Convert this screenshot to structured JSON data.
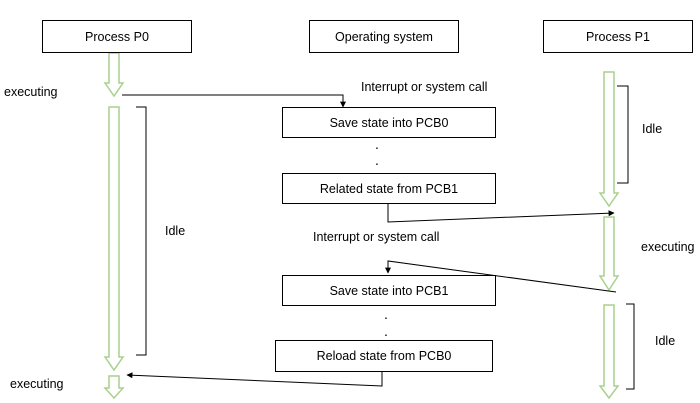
{
  "columns": {
    "p0": "Process P0",
    "os": "Operating system",
    "p1": "Process P1"
  },
  "os_steps": [
    "Save state into PCB0",
    "Related state from PCB1",
    "Save state into PCB1",
    "Reload state from PCB0"
  ],
  "ellipsis": ".",
  "events": {
    "interrupt_1": "Interrupt or system call",
    "interrupt_2": "Interrupt or system call"
  },
  "states": {
    "p0_executing_1": "executing",
    "p0_idle": "Idle",
    "p0_executing_2": "executing",
    "p1_idle_1": "Idle",
    "p1_executing": "executing",
    "p1_idle_2": "Idle"
  },
  "colors": {
    "flow_arrow": "#a9d18e",
    "line": "#000000"
  }
}
